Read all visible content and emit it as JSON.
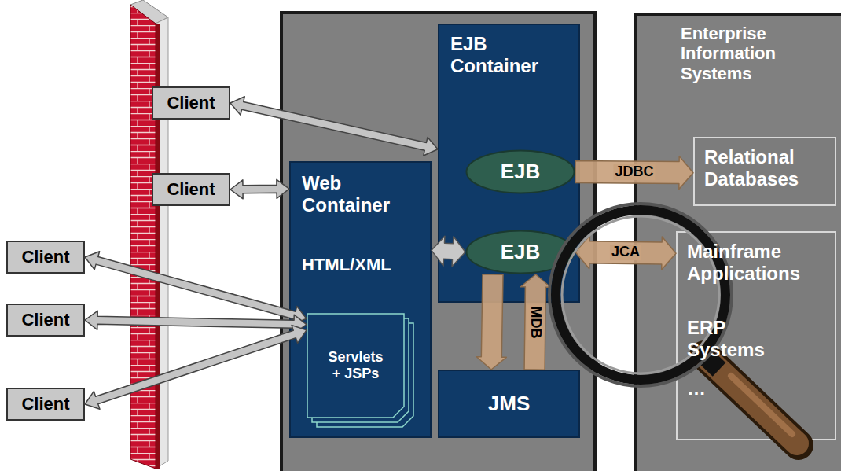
{
  "diagram": {
    "nodes": [
      {
        "text": [
          "Client"
        ]
      },
      {
        "text": [
          "Client"
        ]
      },
      {
        "text": [
          "Client"
        ]
      },
      {
        "text": [
          "Client"
        ]
      },
      {
        "text": [
          "Client"
        ]
      },
      {
        "text": [
          "Web Container",
          "HTML/XML"
        ]
      },
      {
        "text": [
          "Servlets + JSPs"
        ],
        "in": 5
      },
      {
        "text": [
          "EJB Container"
        ]
      },
      {
        "text": [
          "EJB"
        ],
        "in": 7
      },
      {
        "text": [
          "EJB"
        ],
        "in": 7
      },
      {
        "text": [
          "JMS"
        ]
      },
      {
        "text": [
          "Enterprise Information Systems"
        ]
      },
      {
        "text": [
          "Relational Databases"
        ],
        "in": 11
      },
      {
        "text": [
          "Mainframe Applications",
          "ERP Systems",
          "…"
        ],
        "in": 11
      }
    ],
    "edges": [
      {
        "from": 0,
        "to": 7,
        "arrow": "both"
      },
      {
        "from": 1,
        "to": 5,
        "arrow": "both"
      },
      {
        "from": 2,
        "to": 6,
        "arrow": "both"
      },
      {
        "from": 3,
        "to": 6,
        "arrow": "both"
      },
      {
        "from": 4,
        "to": 6,
        "arrow": "both"
      },
      {
        "from": 5,
        "to": 9,
        "arrow": "both"
      },
      {
        "from": 8,
        "to": 12,
        "label": "JDBC",
        "arrow": "to"
      },
      {
        "from": 9,
        "to": 13,
        "label": "JCA",
        "arrow": "both"
      },
      {
        "from": 9,
        "to": 10,
        "arrow": "to"
      },
      {
        "from": 10,
        "to": 9,
        "label": "MDB",
        "arrow": "to"
      }
    ]
  }
}
